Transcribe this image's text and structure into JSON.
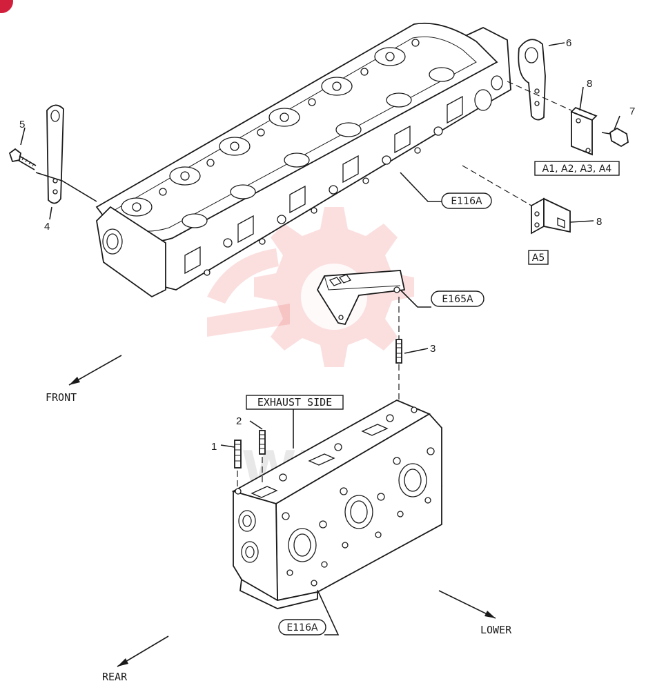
{
  "diagram": {
    "direction_labels": {
      "front": "FRONT",
      "rear": "REAR",
      "lower": "LOWER"
    },
    "side_label": "EXHAUST SIDE",
    "references": {
      "head_upper": "E116A",
      "head_lower": "E116A",
      "bracket": "E165A"
    },
    "variant_tags": {
      "a_series": "A1, A2, A3, A4",
      "a5": "A5"
    },
    "part_numbers": {
      "p1": "1",
      "p2": "2",
      "p3": "3",
      "p4": "4",
      "p5": "5",
      "p6": "6",
      "p7": "7",
      "p8_top": "8",
      "p8_bottom": "8"
    },
    "watermark": "WHTEX",
    "colors": {
      "line": "#1a1a1a",
      "watermark_gear": "#e83a3a",
      "corner_badge": "#d21f3c"
    }
  }
}
